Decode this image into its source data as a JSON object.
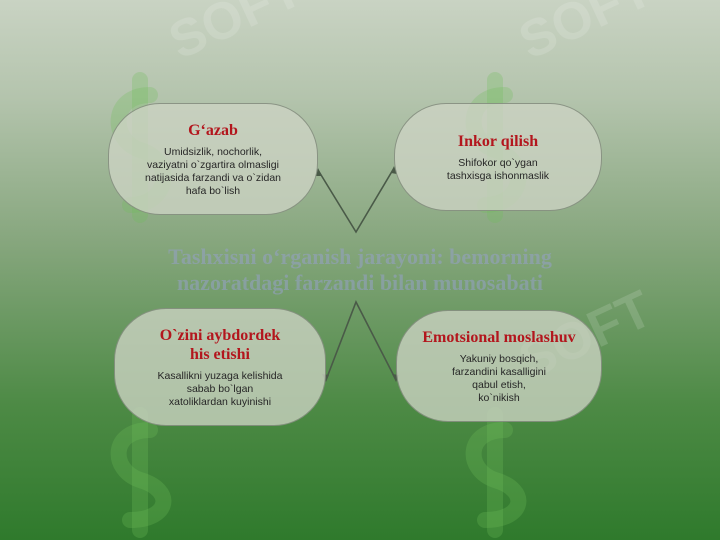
{
  "diagram": {
    "center_title": "Tashxisni o‘rganish jarayoni: bemorning nazoratdagi farzandi bilan munosabati",
    "cards": [
      {
        "id": "gazab",
        "title": "G‘azab",
        "text": "Umidsizlik, nochorlik,\nvaziyatni o`zgartira olmasligi\nnatijasida farzandi va o`zidan\nhafa bo`lish"
      },
      {
        "id": "inkor",
        "title": "Inkor qilish",
        "text": "Shifokor qo`ygan\ntashxisga ishonmaslik"
      },
      {
        "id": "ozini",
        "title": "O`zini aybdordek\nhis etishi",
        "text": "Kasallikni yuzaga kelishida\nsabab bo`lgan\nxatoliklardan kuyinishi"
      },
      {
        "id": "emots",
        "title": "Emotsional moslashuv",
        "text": "Yakuniy bosqich,\nfarzandini kasalligini\nqabul etish,\nko`nikish"
      }
    ]
  },
  "watermark": {
    "icon": "dollar-s-logo",
    "color": "#6fbf5a"
  },
  "colors": {
    "title_red": "#b3161d",
    "card_fill": "#cdd4c4"
  }
}
